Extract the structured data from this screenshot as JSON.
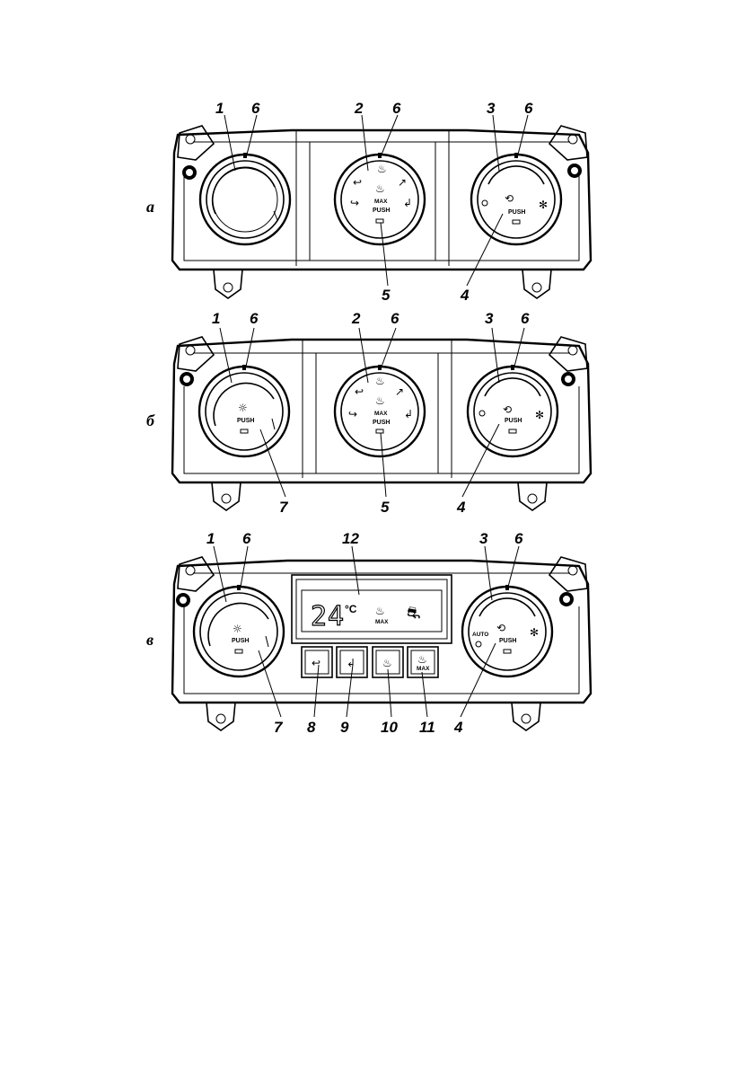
{
  "panels": [
    {
      "variant": "а",
      "callouts_top": [
        "1",
        "6",
        "2",
        "6",
        "3",
        "6"
      ],
      "callouts_bottom": [
        "5",
        "4"
      ],
      "mid_knob": {
        "max_label": "MAX",
        "push_label": "PUSH"
      },
      "right_knob": {
        "push_label": "PUSH"
      }
    },
    {
      "variant": "б",
      "callouts_top": [
        "1",
        "6",
        "2",
        "6",
        "3",
        "6"
      ],
      "callouts_bottom": [
        "7",
        "5",
        "4"
      ],
      "left_knob": {
        "push_label": "PUSH"
      },
      "mid_knob": {
        "max_label": "MAX",
        "push_label": "PUSH"
      },
      "right_knob": {
        "push_label": "PUSH"
      }
    },
    {
      "variant": "в",
      "callouts_top": [
        "1",
        "6",
        "12",
        "3",
        "6"
      ],
      "callouts_bottom": [
        "7",
        "8",
        "9",
        "10",
        "11",
        "4"
      ],
      "left_knob": {
        "push_label": "PUSH"
      },
      "display": {
        "temperature": "24",
        "unit": "°C",
        "max_label": "MAX"
      },
      "buttons": [
        {
          "icon": "face-vent-icon"
        },
        {
          "icon": "floor-vent-icon"
        },
        {
          "icon": "defrost-icon"
        },
        {
          "icon": "max-defrost-icon",
          "label": "MAX"
        }
      ],
      "right_knob": {
        "auto_label": "AUTO",
        "push_label": "PUSH"
      }
    }
  ]
}
